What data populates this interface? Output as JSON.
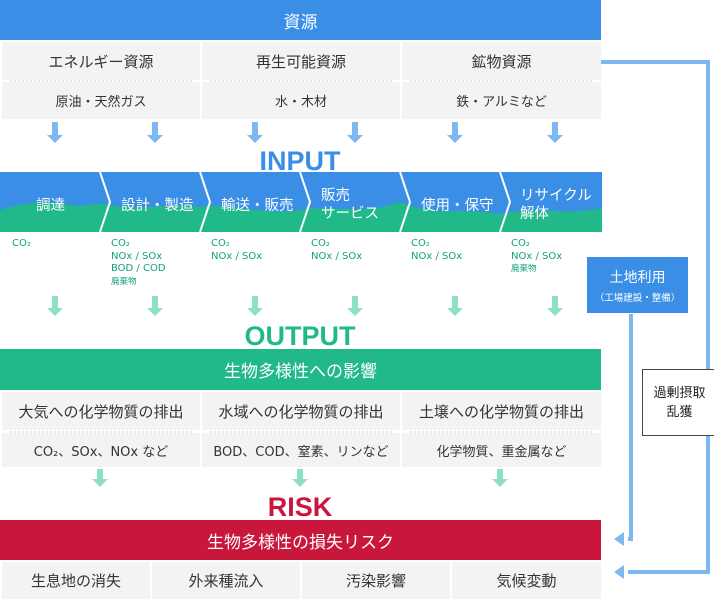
{
  "resources": {
    "title": "資源",
    "categories": [
      {
        "name": "エネルギー資源",
        "examples": "原油・天然ガス"
      },
      {
        "name": "再生可能資源",
        "examples": "水・木材"
      },
      {
        "name": "鉱物資源",
        "examples": "鉄・アルミなど"
      }
    ]
  },
  "input": {
    "title": "INPUT",
    "stages": [
      {
        "label": "調達",
        "emissions": [
          "CO₂"
        ]
      },
      {
        "label": "設計・製造",
        "emissions": [
          "CO₂",
          "NOx / SOx",
          "BOD / COD",
          "廃棄物"
        ]
      },
      {
        "label": "輸送・販売",
        "emissions": [
          "CO₂",
          "NOx / SOx"
        ]
      },
      {
        "label": "販売\nサービス",
        "emissions": [
          "CO₂",
          "NOx / SOx"
        ]
      },
      {
        "label": "使用・保守",
        "emissions": [
          "CO₂",
          "NOx / SOx"
        ]
      },
      {
        "label": "リサイクル\n解体",
        "emissions": [
          "CO₂",
          "NOx / SOx",
          "廃棄物"
        ]
      }
    ]
  },
  "land_use": {
    "title": "土地利用",
    "subtitle": "（工場建設・整備）"
  },
  "overharvest": {
    "label": "過剰摂取\n乱獲"
  },
  "output": {
    "title": "OUTPUT",
    "impact_title": "生物多様性への影響",
    "impacts": [
      {
        "name": "大気への化学物質の排出",
        "examples": "CO₂、SOx、NOx など"
      },
      {
        "name": "水域への化学物質の排出",
        "examples": "BOD、COD、窒素、リンなど"
      },
      {
        "name": "土壌への化学物質の排出",
        "examples": "化学物質、重金属など"
      }
    ]
  },
  "risk": {
    "title": "RISK",
    "loss_title": "生物多様性の損失リスク",
    "items": [
      "生息地の消失",
      "外来種流入",
      "汚染影響",
      "気候変動"
    ]
  },
  "colors": {
    "blue": "#3a8ee6",
    "light_blue": "#7fb8ee",
    "green": "#22b98a",
    "light_green": "#8ee0c4",
    "red": "#c9173b",
    "cell_bg": "#f3f3f3"
  }
}
